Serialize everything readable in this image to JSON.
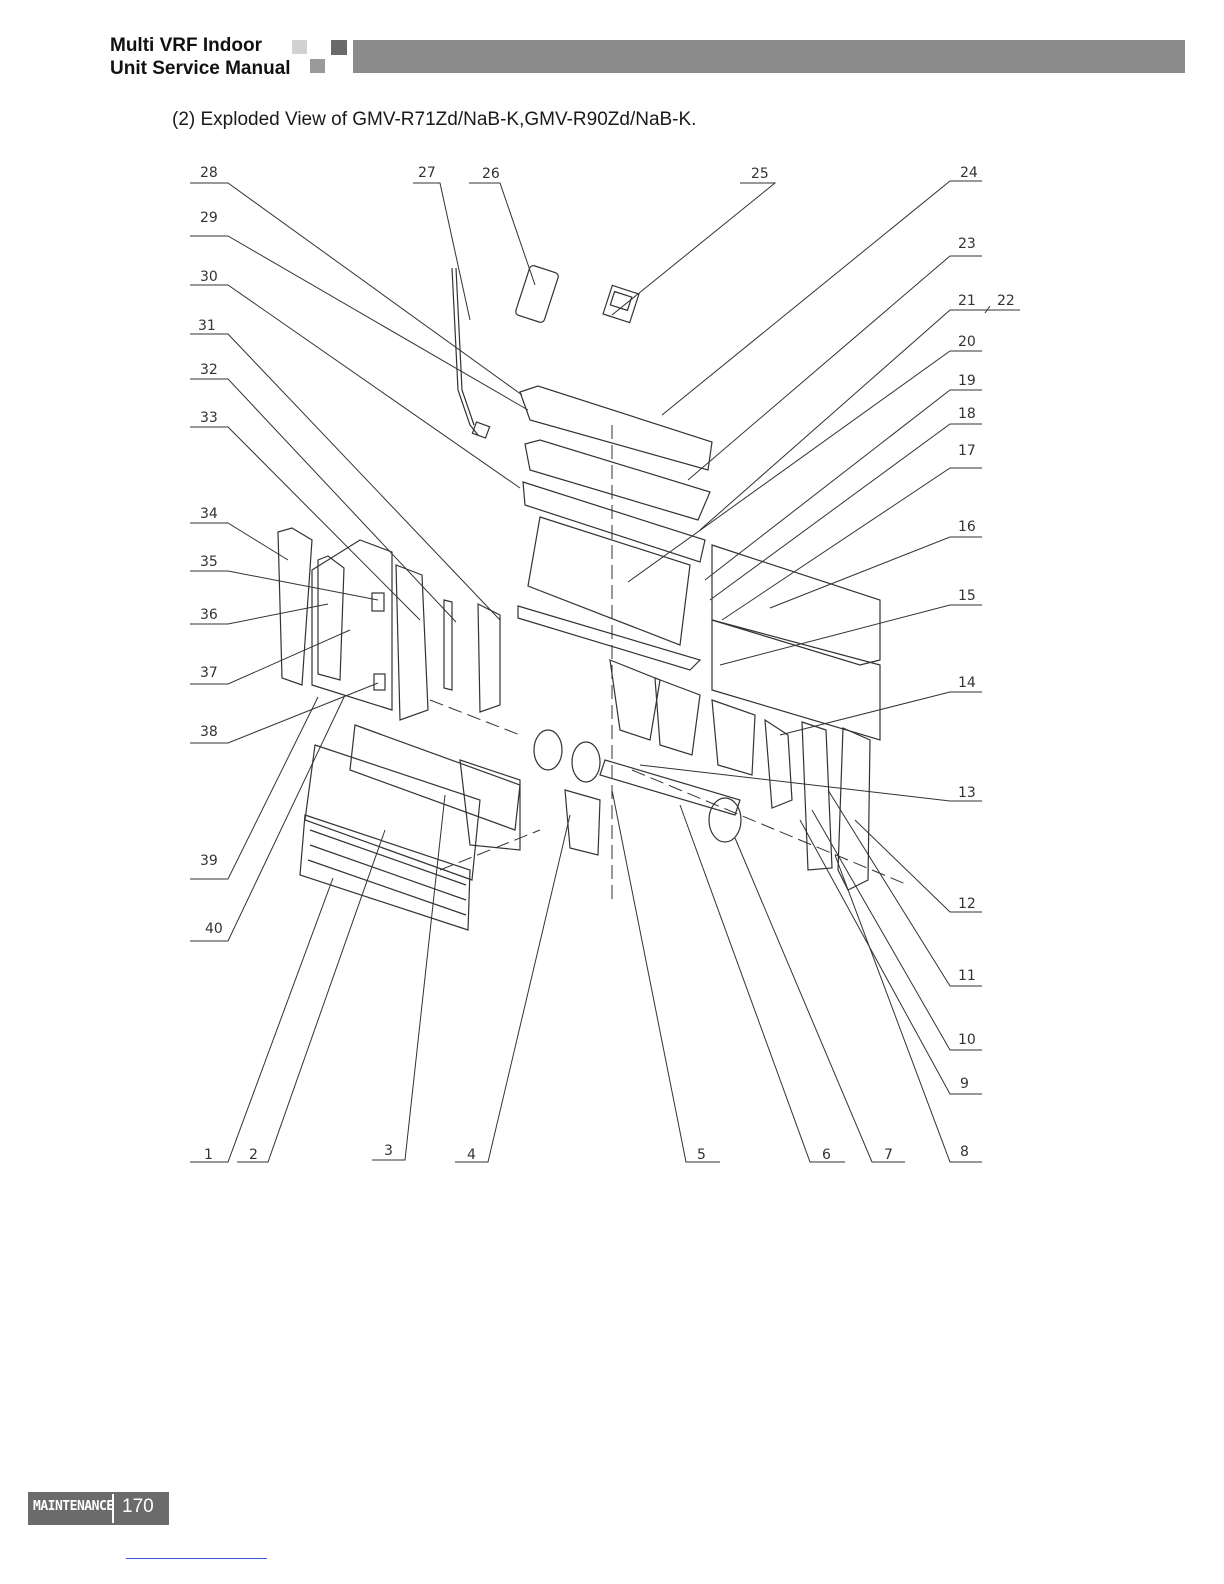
{
  "header": {
    "title_line1": "Multi VRF Indoor",
    "title_line2": "Unit Service Manual"
  },
  "subtitle": "(2) Exploded View of GMV-R71Zd/NaB-K,GMV-R90Zd/NaB-K.",
  "diagram": {
    "callouts": [
      "1",
      "2",
      "3",
      "4",
      "5",
      "6",
      "7",
      "8",
      "9",
      "10",
      "11",
      "12",
      "13",
      "14",
      "15",
      "16",
      "17",
      "18",
      "19",
      "20",
      "21",
      "22",
      "23",
      "24",
      "25",
      "26",
      "27",
      "28",
      "29",
      "30",
      "31",
      "32",
      "33",
      "34",
      "35",
      "36",
      "37",
      "38",
      "39",
      "40"
    ]
  },
  "footer": {
    "section": "MAINTENANCE",
    "page": "170"
  },
  "colors": {
    "header_bar": "#8c8c8c",
    "footer_box": "#6b6b6b",
    "line_art": "#333333"
  }
}
